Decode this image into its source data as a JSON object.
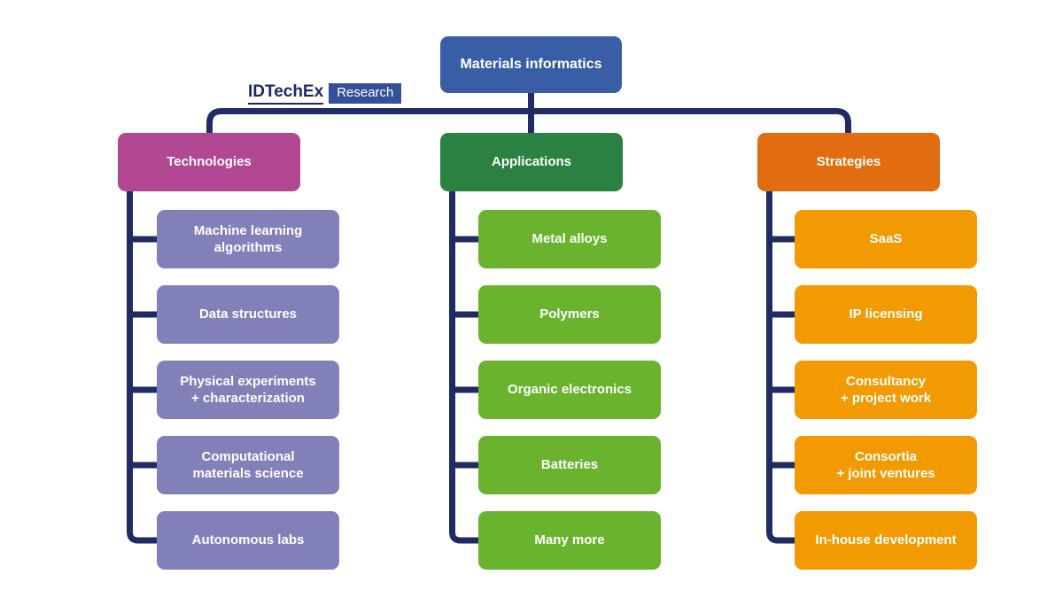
{
  "logo": {
    "brand": "IDTechEx",
    "suffix": "Research"
  },
  "colors": {
    "root_box": "#3a5ea6",
    "connector": "#1f2b63",
    "technologies_header": "#b24792",
    "technologies_item": "#8280b9",
    "applications_header": "#2b8142",
    "applications_item": "#6ab32e",
    "strategies_header": "#e16d10",
    "strategies_item": "#f19a02",
    "logo_badge": "#35509b",
    "text": "#ffffff"
  },
  "tree": {
    "root": "Materials informatics",
    "columns": [
      {
        "header": "Technologies",
        "children": [
          "Machine learning\nalgorithms",
          "Data structures",
          "Physical experiments\n+ characterization",
          "Computational\nmaterials science",
          "Autonomous labs"
        ]
      },
      {
        "header": "Applications",
        "children": [
          "Metal alloys",
          "Polymers",
          "Organic electronics",
          "Batteries",
          "Many more"
        ]
      },
      {
        "header": "Strategies",
        "children": [
          "SaaS",
          "IP licensing",
          "Consultancy\n+ project work",
          "Consortia\n+ joint ventures",
          "In-house development"
        ]
      }
    ]
  }
}
